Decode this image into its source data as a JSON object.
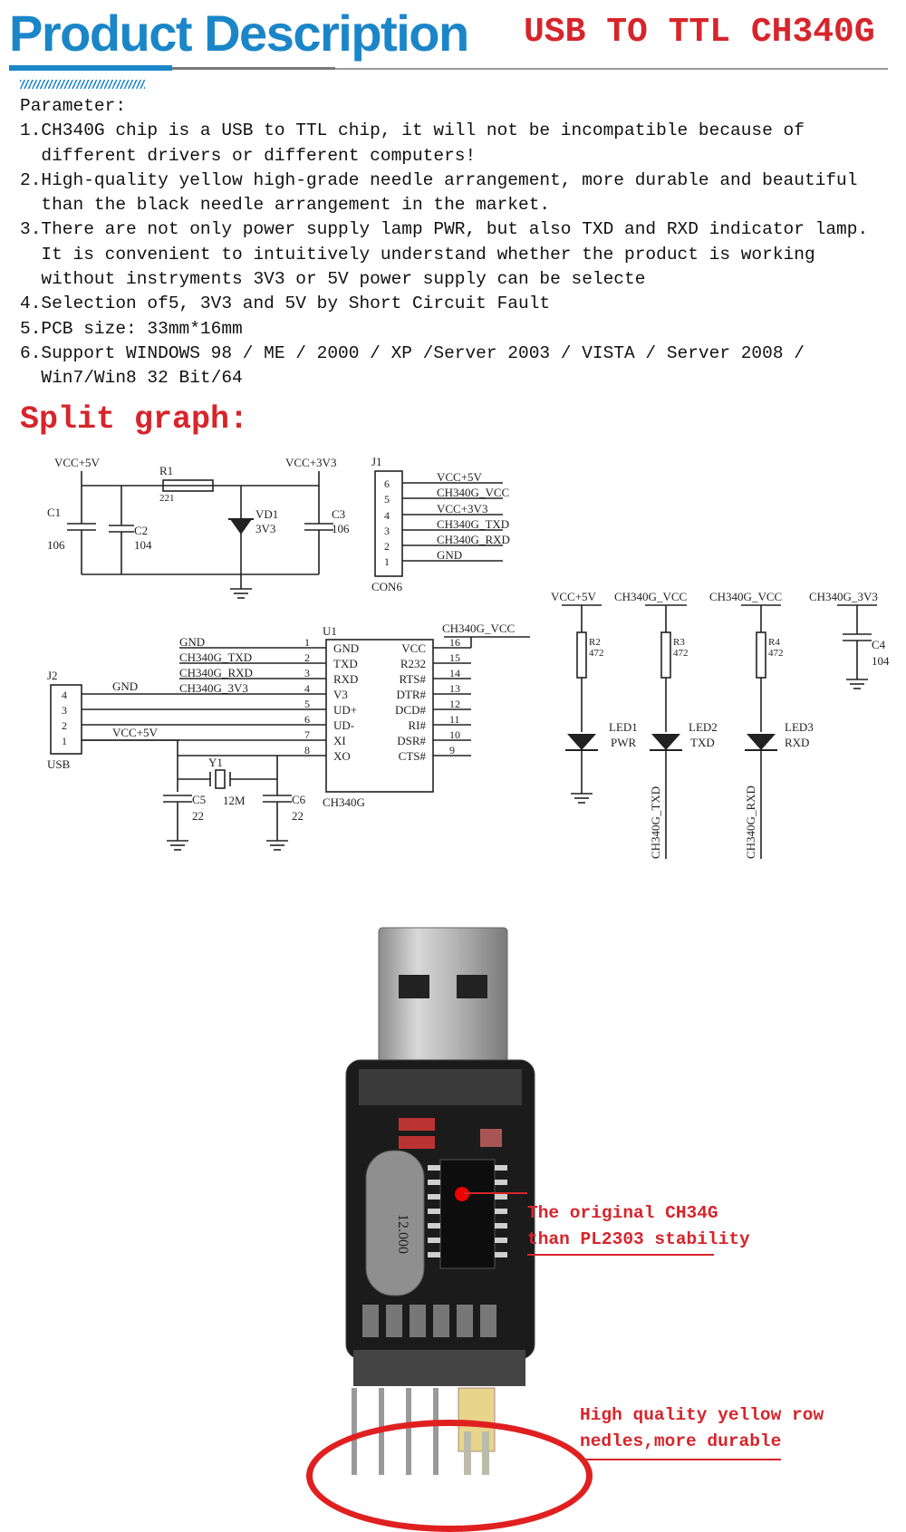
{
  "header": {
    "title": "Product Description",
    "subtitle": "USB TO TTL CH340G"
  },
  "parameters": {
    "heading": "Parameter:",
    "lines": [
      "1.CH340G chip is a USB to TTL chip, it will not be incompatible because of",
      "  different drivers or different computers!",
      "2.High-quality yellow high-grade needle arrangement, more durable and beautiful",
      "  than the black needle arrangement in the market.",
      "3.There are not only power supply lamp PWR, but also TXD and RXD indicator lamp.",
      "  It is convenient to intuitively understand whether the product is working",
      "  without instryments 3V3 or 5V power supply can be selecte",
      "4.Selection of5, 3V3 and 5V by Short Circuit Fault",
      "5.PCB size: 33mm*16mm",
      "6.Support WINDOWS 98 / ME / 2000 / XP /Server 2003 / VISTA / Server 2008 /",
      "  Win7/Win8 32 Bit/64"
    ]
  },
  "split_heading": "Split graph:",
  "schematic": {
    "power": {
      "vcc5": "VCC+5V",
      "vcc3": "VCC+3V3",
      "r1": "R1",
      "r1_val": "221",
      "c1": "C1",
      "c1_val": "106",
      "c2": "C2",
      "c2_val": "104",
      "vd1": "VD1",
      "vd1_val": "3V3",
      "c3": "C3",
      "c3_val": "106"
    },
    "j1": {
      "ref": "J1",
      "name": "CON6",
      "pins": [
        "6",
        "5",
        "4",
        "3",
        "2",
        "1"
      ],
      "nets": [
        "VCC+5V",
        "CH340G_VCC",
        "VCC+3V3",
        "CH340G_TXD",
        "CH340G_RXD",
        "GND"
      ]
    },
    "u1": {
      "ref": "U1",
      "name": "CH340G",
      "vcc_net": "CH340G_VCC",
      "left_nets": [
        "GND",
        "CH340G_TXD",
        "CH340G_RXD",
        "CH340G_3V3"
      ],
      "left_pins": [
        "GND",
        "TXD",
        "RXD",
        "V3",
        "UD+",
        "UD-",
        "XI",
        "XO"
      ],
      "left_nums": [
        "1",
        "2",
        "3",
        "4",
        "5",
        "6",
        "7",
        "8"
      ],
      "right_pins": [
        "VCC",
        "R232",
        "RTS#",
        "DTR#",
        "DCD#",
        "RI#",
        "DSR#",
        "CTS#"
      ],
      "right_nums": [
        "16",
        "15",
        "14",
        "13",
        "12",
        "11",
        "10",
        "9"
      ]
    },
    "j2": {
      "ref": "J2",
      "name": "USB",
      "pins": [
        "4",
        "3",
        "2",
        "1"
      ],
      "gnd": "GND",
      "vcc": "VCC+5V"
    },
    "crystal": {
      "y1": "Y1",
      "y1_val": "12M",
      "c5": "C5",
      "c5_val": "22",
      "c6": "C6",
      "c6_val": "22"
    },
    "leds": {
      "rails": [
        "VCC+5V",
        "CH340G_VCC",
        "CH340G_VCC",
        "CH340G_3V3"
      ],
      "r2": "R2",
      "r3": "R3",
      "r4": "R4",
      "rval": "472",
      "c4": "C4",
      "c4_val": "104",
      "led1": "LED1",
      "led2": "LED2",
      "led3": "LED3",
      "pwr": "PWR",
      "txd": "TXD",
      "rxd": "RXD",
      "net_txd": "CH340G_TXD",
      "net_rxd": "CH340G_RXD"
    }
  },
  "photo": {
    "crystal_text": "12.000"
  },
  "callouts": {
    "chip": [
      "The original CH34G",
      "than PL2303 stability"
    ],
    "pins": [
      "High quality yellow row",
      "nedles,more durable"
    ]
  },
  "colors": {
    "title_blue": "#1a86c8",
    "accent_red": "#d6252b",
    "ellipse_red": "#e02020"
  }
}
